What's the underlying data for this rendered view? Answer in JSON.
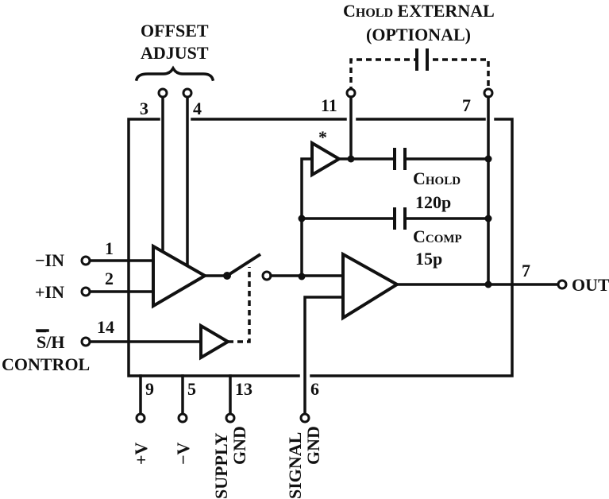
{
  "chold_external": {
    "label_main": "C",
    "label_sub": "HOLD",
    "label_rest": " EXTERNAL",
    "label_line2": "(OPTIONAL)"
  },
  "offset_adjust": {
    "line1": "OFFSET",
    "line2": "ADJUST"
  },
  "pins": {
    "p3": "3",
    "p4": "4",
    "p11": "11",
    "p7_top": "7",
    "p1": "1",
    "p2": "2",
    "p14": "14",
    "p7_out": "7",
    "p9": "9",
    "p5": "5",
    "p13": "13",
    "p6": "6"
  },
  "inputs": {
    "minus_in": "−IN",
    "plus_in": "+IN",
    "sh_bar": "S",
    "sh_rest": "/H",
    "control": "CONTROL"
  },
  "output": {
    "out": "OUT"
  },
  "supplies": {
    "plus_v": "+V",
    "minus_v": "−V",
    "supply": "SUPPLY",
    "supply_gnd": "GND",
    "signal": "SIGNAL",
    "signal_gnd": "GND"
  },
  "components": {
    "chold_main": "C",
    "chold_sub": "HOLD",
    "chold_value": "120p",
    "ccomp_main": "C",
    "ccomp_sub": "COMP",
    "ccomp_value": "15p",
    "asterisk": "*"
  }
}
